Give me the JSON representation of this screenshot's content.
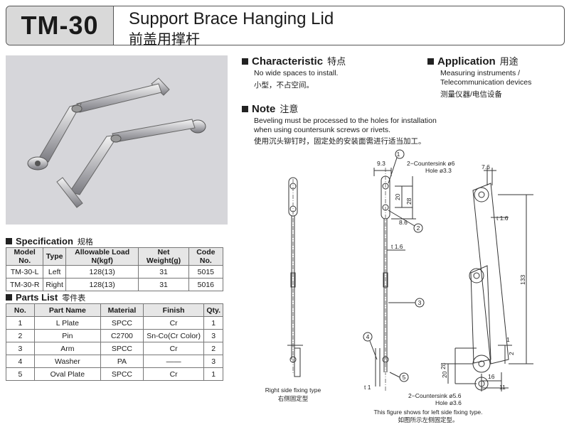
{
  "header": {
    "model": "TM-30",
    "title_en": "Support Brace Hanging Lid",
    "title_zh": "前盖用撑杆"
  },
  "specification": {
    "title": "Specification",
    "title_zh": "规格",
    "columns": [
      "Model No.",
      "Type",
      "Allowable Load N(kgf)",
      "Net Weight(g)",
      "Code No."
    ],
    "rows": [
      [
        "TM-30-L",
        "Left",
        "128(13)",
        "31",
        "5015"
      ],
      [
        "TM-30-R",
        "Right",
        "128(13)",
        "31",
        "5016"
      ]
    ]
  },
  "parts": {
    "title": "Parts List",
    "title_zh": "零件表",
    "columns": [
      "No.",
      "Part Name",
      "Material",
      "Finish",
      "Qty."
    ],
    "rows": [
      [
        "1",
        "L Plate",
        "SPCC",
        "Cr",
        "1"
      ],
      [
        "2",
        "Pin",
        "C2700",
        "Sn-Co(Cr Color)",
        "3"
      ],
      [
        "3",
        "Arm",
        "SPCC",
        "Cr",
        "2"
      ],
      [
        "4",
        "Washer",
        "PA",
        "——",
        "3"
      ],
      [
        "5",
        "Oval Plate",
        "SPCC",
        "Cr",
        "1"
      ]
    ]
  },
  "characteristic": {
    "title": "Characteristic",
    "title_zh": "特点",
    "line1": "No wide spaces to install.",
    "line2": "小型，不占空间。"
  },
  "application": {
    "title": "Application",
    "title_zh": "用途",
    "line1": "Measuring instruments /",
    "line2": "Telecommunication devices",
    "line3": "测量仪器/电信设备"
  },
  "note": {
    "title": "Note",
    "title_zh": "注意",
    "line1": "Beveling must be processed to the holes for installation",
    "line2": "when using countersunk screws or rivets.",
    "line3": "使用沉头铆钉时，固定处的安装面需进行适当加工。"
  },
  "drawing": {
    "dim_9_3": "9.3",
    "countersink_top": "2−Countersink ø6",
    "hole_top": "Hole ø3.3",
    "dim_7_6": "7.6",
    "dim_20": "20",
    "dim_28": "28",
    "dim_8_6": "8.6",
    "dim_1_6": "t 1.6",
    "dim_133": "133",
    "dim_16": "16",
    "dim_11": "11",
    "dim_2": "2",
    "dim_1": "1",
    "dim_t1": "t 1",
    "countersink_bottom": "2−Countersink ø5.6",
    "hole_bottom": "Hole ø3.6",
    "callout_1": "1",
    "callout_2": "2",
    "callout_3": "3",
    "callout_4": "4",
    "callout_5": "5",
    "right_caption": "Right side fixing type",
    "right_caption_zh": "右侧固定型",
    "left_caption": "This figure shows for left side fixing type.",
    "left_caption_zh": "如图所示左侧固定型。"
  }
}
